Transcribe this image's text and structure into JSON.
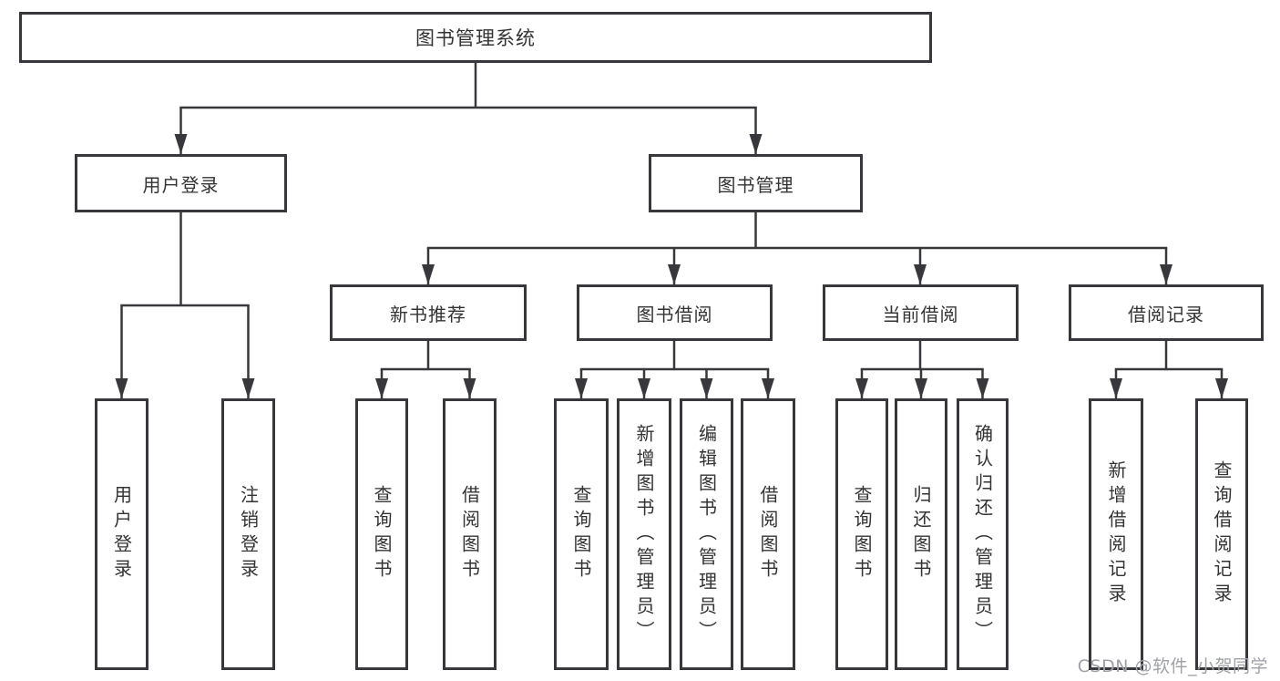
{
  "diagram": {
    "root": {
      "label": "图书管理系统"
    },
    "branches": [
      {
        "label": "用户登录",
        "children": [
          {
            "label": "用户登录"
          },
          {
            "label": "注销登录"
          }
        ]
      },
      {
        "label": "图书管理",
        "children": [
          {
            "label": "新书推荐",
            "children": [
              {
                "label": "查询图书"
              },
              {
                "label": "借阅图书"
              }
            ]
          },
          {
            "label": "图书借阅",
            "children": [
              {
                "label": "查询图书"
              },
              {
                "label": "新增图书（管理员）"
              },
              {
                "label": "编辑图书（管理员）"
              },
              {
                "label": "借阅图书"
              }
            ]
          },
          {
            "label": "当前借阅",
            "children": [
              {
                "label": "查询图书"
              },
              {
                "label": "归还图书"
              },
              {
                "label": "确认归还（管理员）"
              }
            ]
          },
          {
            "label": "借阅记录",
            "children": [
              {
                "label": "新增借阅记录"
              },
              {
                "label": "查询借阅记录"
              }
            ]
          }
        ]
      }
    ]
  },
  "watermark": {
    "text": "CSDN @软件_小贺同学"
  },
  "colors": {
    "line": "#38383c",
    "box_border": "#38383c",
    "text": "#333333",
    "watermark_text": "#9fa1a7",
    "background": "#ffffff"
  }
}
